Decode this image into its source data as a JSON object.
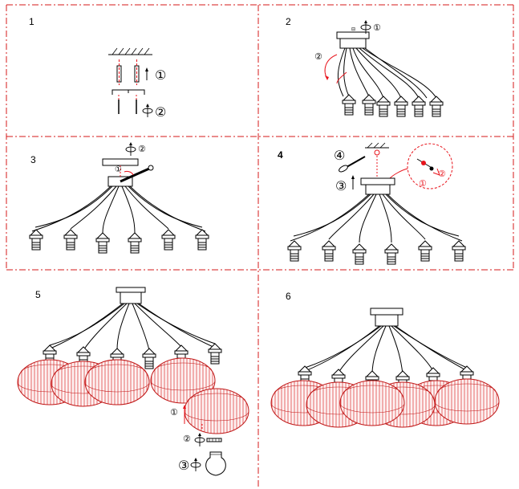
{
  "colors": {
    "line": "#000000",
    "accent": "#e8141c",
    "grid": "#d41a1a",
    "shade_fill": "#fbe7e7"
  },
  "panels": [
    {
      "number": "1",
      "steps": [
        "①",
        "②"
      ]
    },
    {
      "number": "2",
      "steps": [
        "①",
        "②"
      ]
    },
    {
      "number": "3",
      "steps": [
        "①",
        "②"
      ]
    },
    {
      "number": "4",
      "steps": [
        "①",
        "②",
        "③",
        "④"
      ]
    },
    {
      "number": "5",
      "steps": [
        "①",
        "②",
        "③"
      ]
    },
    {
      "number": "6",
      "steps": []
    }
  ]
}
